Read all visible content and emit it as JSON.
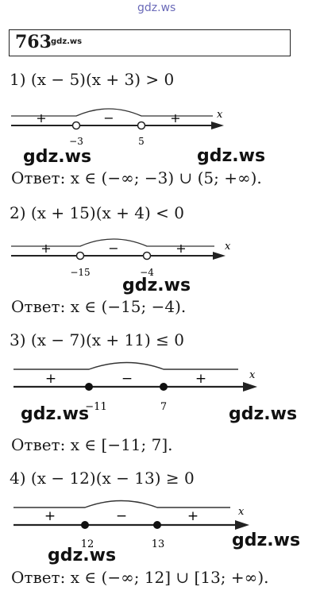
{
  "watermark": "gdz.ws",
  "problem_number": "763",
  "problem_subscript": "gdz.ws",
  "items": [
    {
      "inequality": "1) (x − 5)(x + 3) > 0",
      "signs": [
        "+",
        "−",
        "+"
      ],
      "points": [
        {
          "label": "−3",
          "filled": false
        },
        {
          "label": "5",
          "filled": false
        }
      ],
      "axis_label": "x",
      "answer_prefix": "Ответ:",
      "answer": "x ∈ (−∞; −3) ∪ (5; +∞)."
    },
    {
      "inequality": "2) (x + 15)(x + 4) < 0",
      "signs": [
        "+",
        "−",
        "+"
      ],
      "points": [
        {
          "label": "−15",
          "filled": false
        },
        {
          "label": "−4",
          "filled": false
        }
      ],
      "axis_label": "x",
      "answer_prefix": "Ответ:",
      "answer": "x ∈ (−15; −4)."
    },
    {
      "inequality": "3) (x − 7)(x + 11) ≤ 0",
      "signs": [
        "+",
        "−",
        "+"
      ],
      "points": [
        {
          "label": "−11",
          "filled": true
        },
        {
          "label": "7",
          "filled": true
        }
      ],
      "axis_label": "x",
      "answer_prefix": "Ответ:",
      "answer": "x ∈ [−11; 7]."
    },
    {
      "inequality": "4) (x − 12)(x − 13) ≥ 0",
      "signs": [
        "+",
        "−",
        "+"
      ],
      "points": [
        {
          "label": "12",
          "filled": true
        },
        {
          "label": "13",
          "filled": true
        }
      ],
      "axis_label": "x",
      "answer_prefix": "Ответ:",
      "answer": "x ∈ (−∞; 12] ∪ [13; +∞)."
    }
  ]
}
